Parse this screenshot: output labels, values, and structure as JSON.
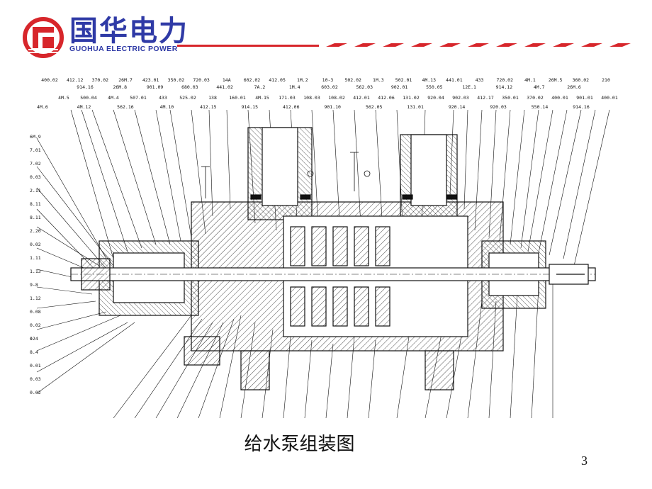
{
  "header": {
    "logo_cn": "国华电力",
    "logo_en": "GUOHUA ELECTRIC POWER",
    "accent_color": "#d7262b",
    "brand_color": "#2f3aa6"
  },
  "drawing": {
    "callouts_top": [
      "400.02",
      "412.12",
      "370.02",
      "26M.7",
      "423.01",
      "350.02",
      "720.03",
      "14A",
      "602.02",
      "412.05",
      "1M.2",
      "10-3",
      "502.02",
      "1M.3",
      "502.01",
      "4M.13",
      "441.01",
      "433",
      "720.02",
      "4M.1",
      "26M.5",
      "360.02",
      "210"
    ],
    "callouts_top_row2": [
      "914.16",
      "26M.8",
      "901.09",
      "680.03",
      "441.02",
      "7A.2",
      "1M.4",
      "603.02",
      "562.03",
      "902.01",
      "550.05",
      "12E.1",
      "914.12",
      "4M.7",
      "26M.6"
    ],
    "callouts_mid": [
      "4M.5",
      "500.04",
      "4M.4",
      "507.01",
      "433",
      "525.02",
      "138",
      "160.01",
      "4M.15",
      "171.03",
      "108.03",
      "108.02",
      "412.01",
      "412.06",
      "131.02",
      "920.04",
      "902.03",
      "412.17",
      "350.01",
      "370.02",
      "400.01",
      "901.01",
      "400.01"
    ],
    "callouts_mid_row2": [
      "4M.6",
      "4M.12",
      "562.16",
      "4M.10",
      "412.15",
      "914.15",
      "412.06",
      "901.10",
      "562.05",
      "131.01",
      "920.14",
      "920.03",
      "550.14",
      "914.16"
    ],
    "callouts_left": [
      "6M.9",
      "7.01",
      "7.02",
      "0.03",
      "2.11",
      "8.11",
      "8.11",
      "2.20",
      "0.02",
      "1.11",
      "1.13",
      "9-8",
      "1.12",
      "0.08",
      "0.02",
      "Φ24",
      "8.4",
      "0.01",
      "0.03",
      "0.02"
    ]
  },
  "caption": "给水泵组装图",
  "page_number": "3"
}
